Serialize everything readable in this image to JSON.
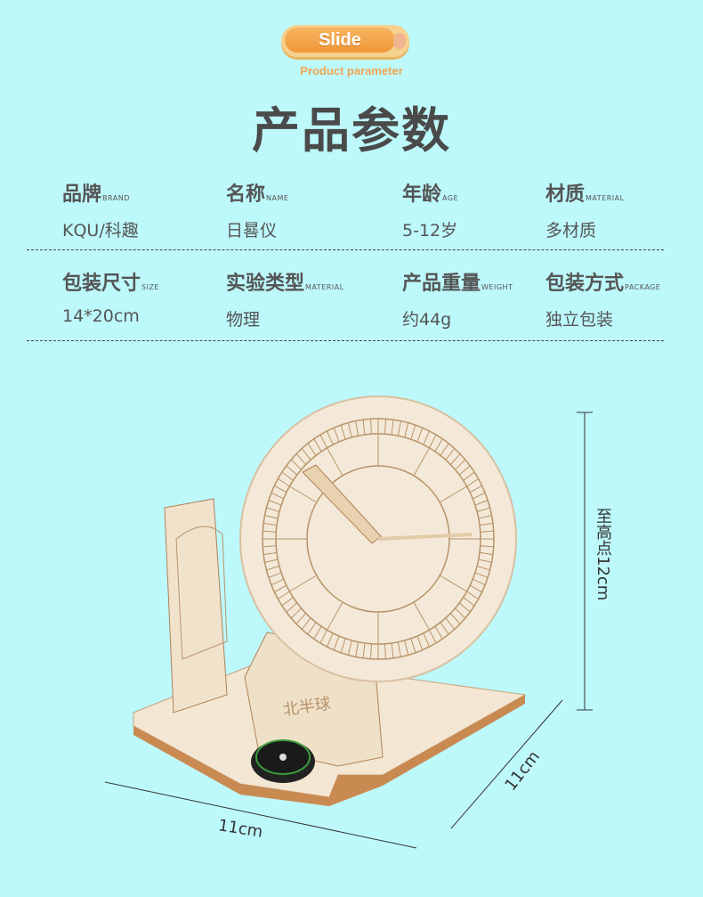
{
  "header": {
    "badge": "Slide",
    "subtitle": "Product parameter",
    "title": "产品参数"
  },
  "params": [
    [
      {
        "label": "品牌",
        "en": "BRAND",
        "value": "KQU/科趣"
      },
      {
        "label": "名称",
        "en": "NAME",
        "value": "日晷仪"
      },
      {
        "label": "年龄",
        "en": "AGE",
        "value": "5-12岁"
      },
      {
        "label": "材质",
        "en": "MATERIAL",
        "value": "多材质"
      }
    ],
    [
      {
        "label": "包装尺寸",
        "en": "SIZE",
        "value": "14*20cm"
      },
      {
        "label": "实验类型",
        "en": "MATERIAL",
        "value": "物理"
      },
      {
        "label": "产品重量",
        "en": "WEIGHT",
        "value": "约44g"
      },
      {
        "label": "包装方式",
        "en": "PACKAGE",
        "value": "独立包装"
      }
    ]
  ],
  "dimensions": {
    "height": "至高点12cm",
    "width": "11cm",
    "depth": "11cm"
  },
  "product_markings": {
    "base": "北半球"
  },
  "colors": {
    "background": "#bdf8fb",
    "badge": "#ef9738",
    "subtitle": "#f2a653",
    "wood": "#f3e6d3",
    "engraving": "#b7936a"
  }
}
